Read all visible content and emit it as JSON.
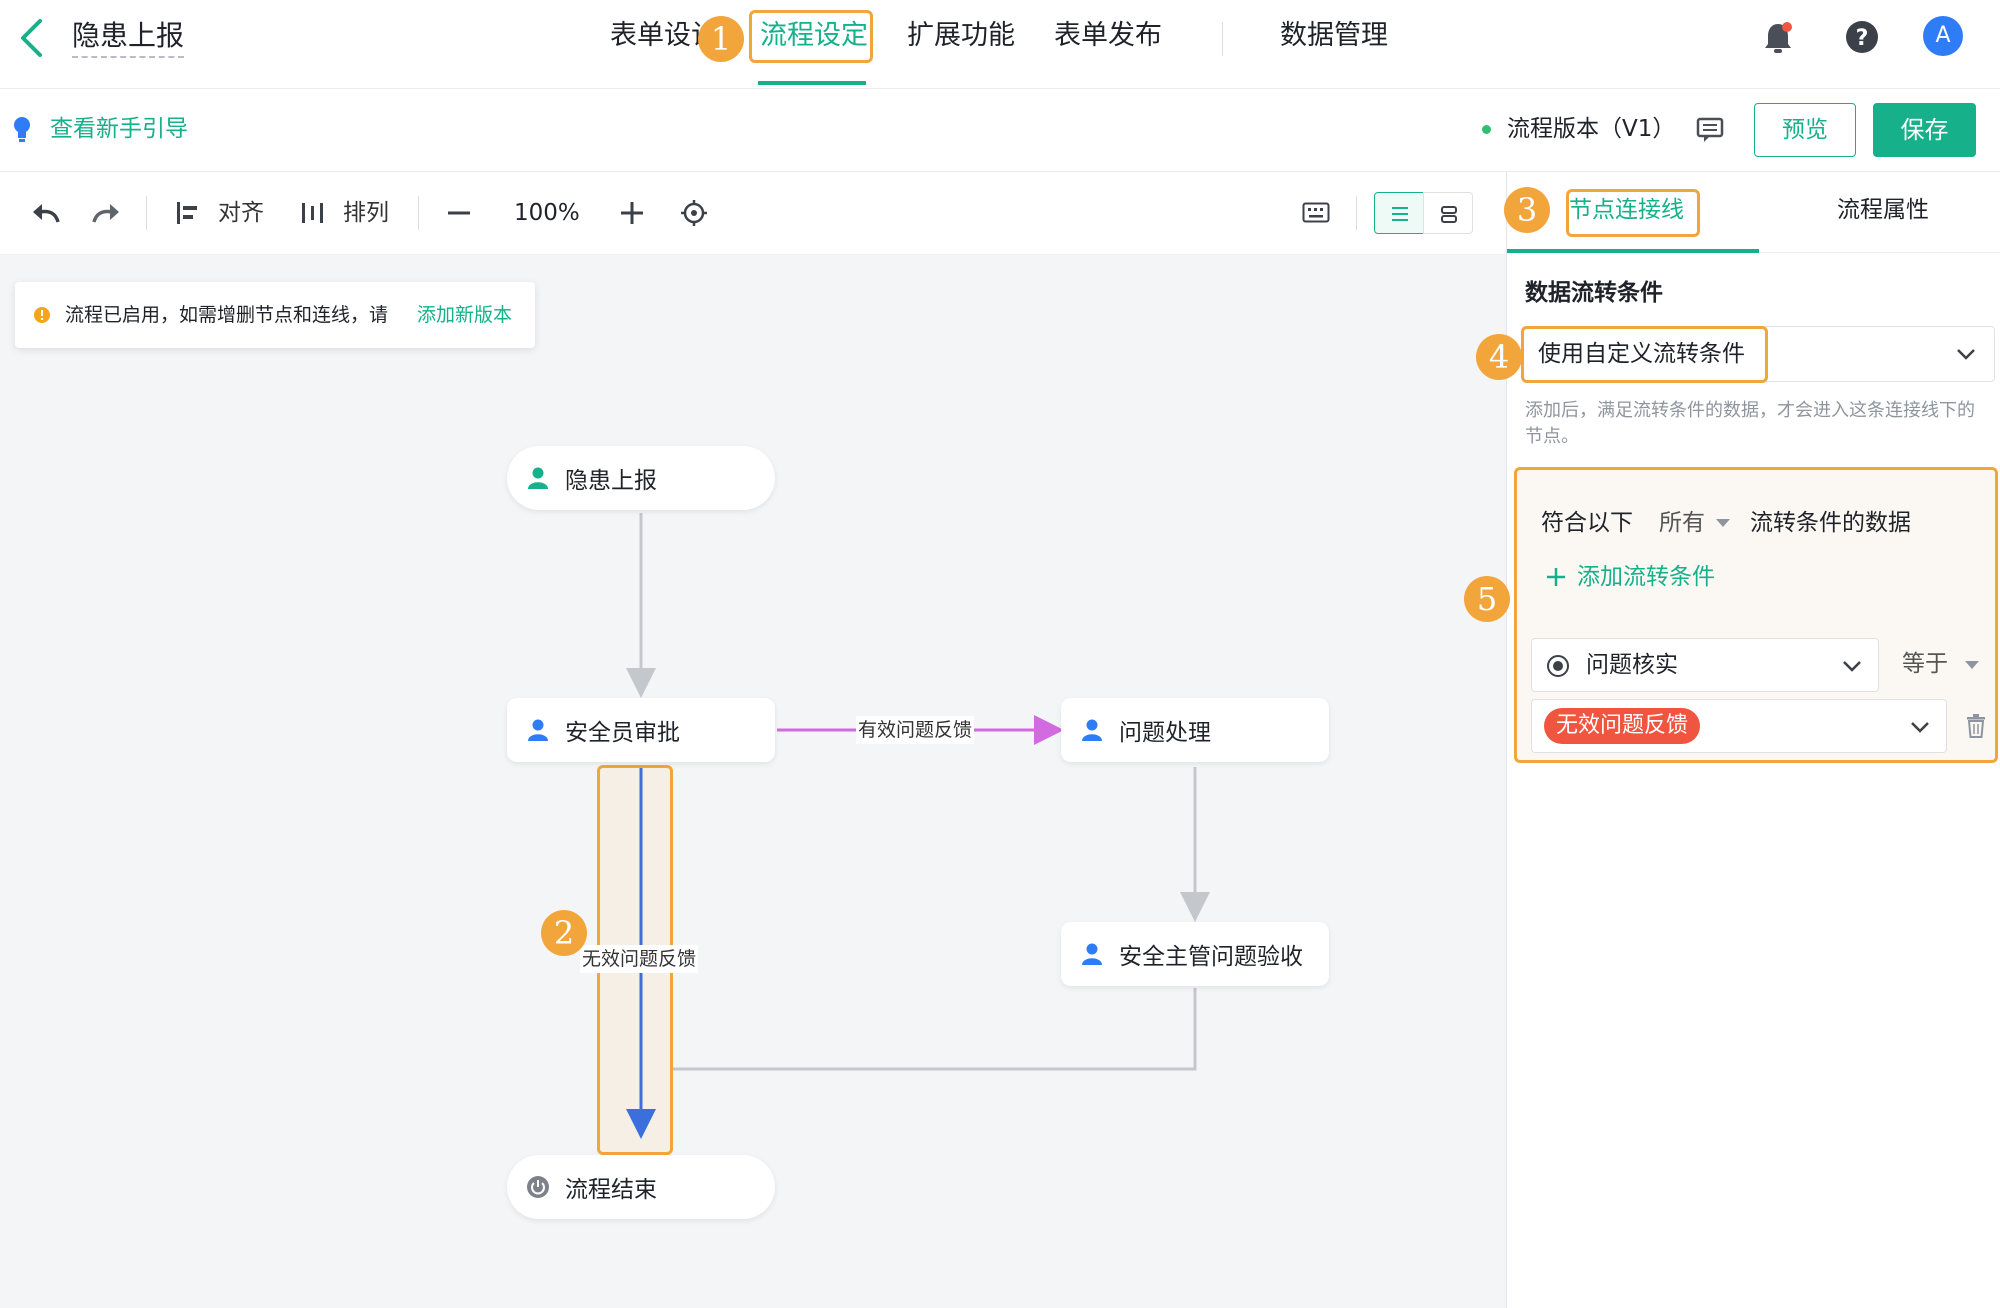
{
  "header": {
    "title": "隐患上报",
    "tabs": [
      "表单设计",
      "流程设定",
      "扩展功能",
      "表单发布",
      "数据管理"
    ],
    "active_tab": "流程设定",
    "avatar_letter": "A"
  },
  "subbar": {
    "guide_link": "查看新手引导",
    "version_label": "流程版本（V1）",
    "preview_button": "预览",
    "save_button": "保存"
  },
  "toolbar": {
    "align_label": "对齐",
    "arrange_label": "排列",
    "zoom": "100%"
  },
  "notice": {
    "text": "流程已启用，如需增删节点和连线，请",
    "link": "添加新版本"
  },
  "flow": {
    "nodes": {
      "start": "隐患上报",
      "safety_approval": "安全员审批",
      "handle": "问题处理",
      "acceptance": "安全主管问题验收",
      "end": "流程结束"
    },
    "edges": {
      "valid": "有效问题反馈",
      "invalid": "无效问题反馈"
    }
  },
  "panel": {
    "tabs": [
      "节点连接线",
      "流程属性"
    ],
    "section_title": "数据流转条件",
    "condition_mode": "使用自定义流转条件",
    "hint": "添加后，满足流转条件的数据，才会进入这条连接线下的节点。",
    "match_prefix": "符合以下",
    "match_mode": "所有",
    "match_suffix": "流转条件的数据",
    "add_condition": "添加流转条件",
    "field_name": "问题核实",
    "operator": "等于",
    "value_tag": "无效问题反馈"
  },
  "annotations": [
    "1",
    "2",
    "3",
    "4",
    "5"
  ],
  "colors": {
    "accent": "#16b08b",
    "annotation": "#f2a53b",
    "valid_edge": "#d36be0",
    "selected_edge": "#3b6fdc",
    "tag_red": "#f0563f"
  }
}
